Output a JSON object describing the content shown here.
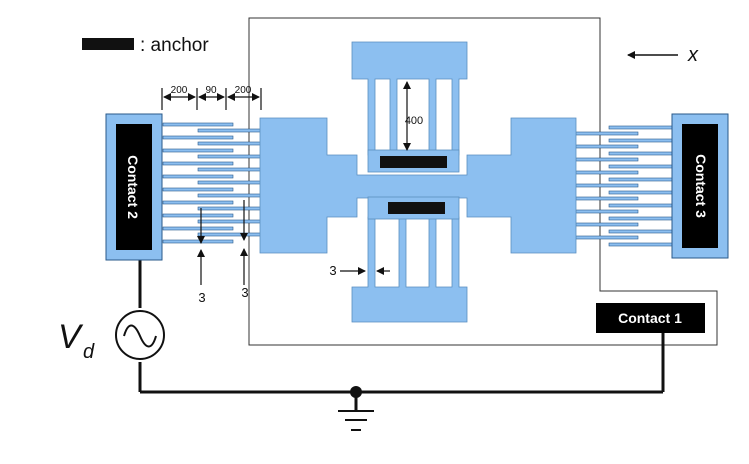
{
  "legend": {
    "anchor_label": ": anchor"
  },
  "axis": {
    "x_label": "x"
  },
  "contacts": {
    "contact1": "Contact 1",
    "contact2": "Contact 2",
    "contact3": "Contact 3"
  },
  "dimensions": {
    "d200_left": "200",
    "d90": "90",
    "d200_right": "200",
    "d400": "400",
    "d3_bottom_a": "3",
    "d3_bottom_b": "3",
    "d3_beam": "3"
  },
  "source": {
    "v_main": "V",
    "v_sub": "d",
    "symbol": "ac-source-icon"
  },
  "colors": {
    "structure": "#8cbff0",
    "anchor": "#111111",
    "contact_pad": "#8cbff0",
    "contact_inner": "#000000",
    "wire": "#111111",
    "substrate_border": "#333333"
  }
}
